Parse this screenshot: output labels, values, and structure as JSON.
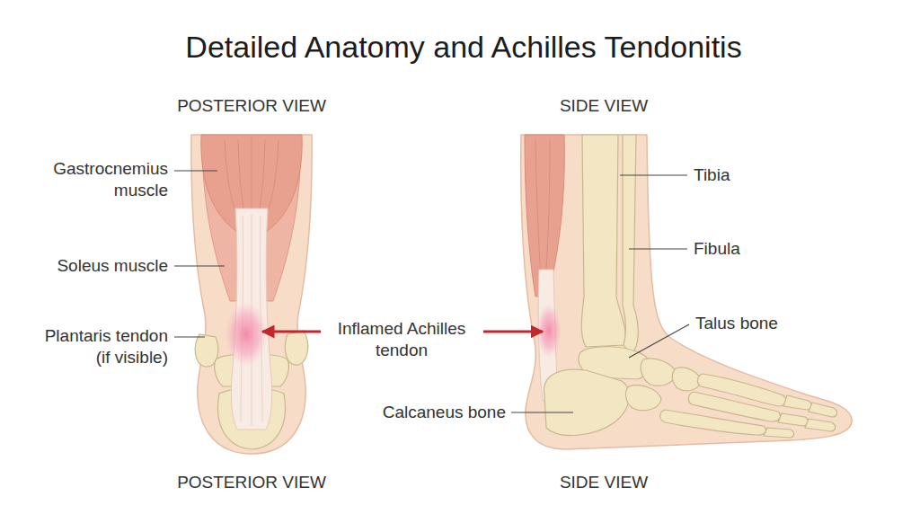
{
  "diagram": {
    "title": "Detailed Anatomy and Achilles Tendonitis",
    "labels": [
      "POSTERIOR VIEW",
      "SIDE VIEW",
      "Gastrocnemius muscle",
      "Soleus muscle",
      "Plantaris tendon (if visible)",
      "Inflamed Achilles tendon",
      "Tibia",
      "Fibula",
      "Talus bone",
      "Calcaneus bone",
      "POSTERIOR VIEW",
      "SIDE VIEW"
    ]
  }
}
